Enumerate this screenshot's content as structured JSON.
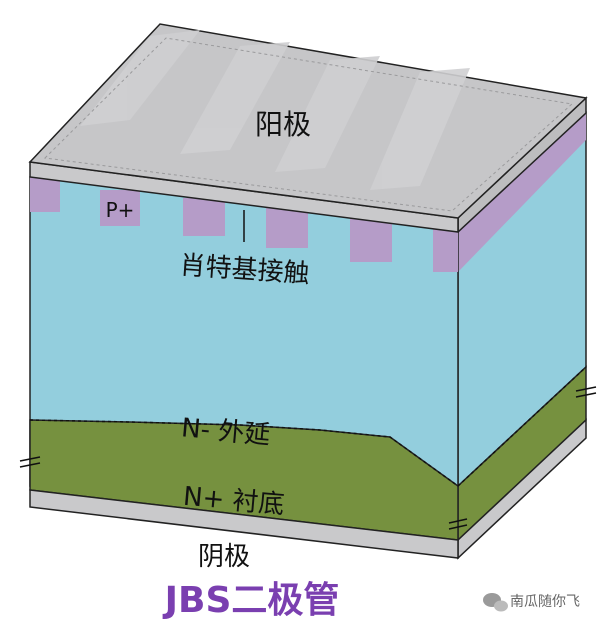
{
  "labels": {
    "anode": "阳极",
    "p_plus": "P+",
    "schottky_contact": "肖特基接触",
    "n_minus_epi": "N- 外延",
    "n_plus_substrate": "N+ 衬底",
    "cathode": "阴极",
    "title": "JBS二极管"
  },
  "watermark": {
    "text": "南瓜随你飞",
    "icon": "wechat-icon"
  },
  "colors": {
    "anode_metal": "#c9c9cb",
    "n_minus_epi": "#93cedd",
    "n_plus_substrate": "#76913f",
    "p_plus_region": "#b59cc8",
    "cathode_metal": "#c9c9cb",
    "title": "#7a3fb0"
  }
}
